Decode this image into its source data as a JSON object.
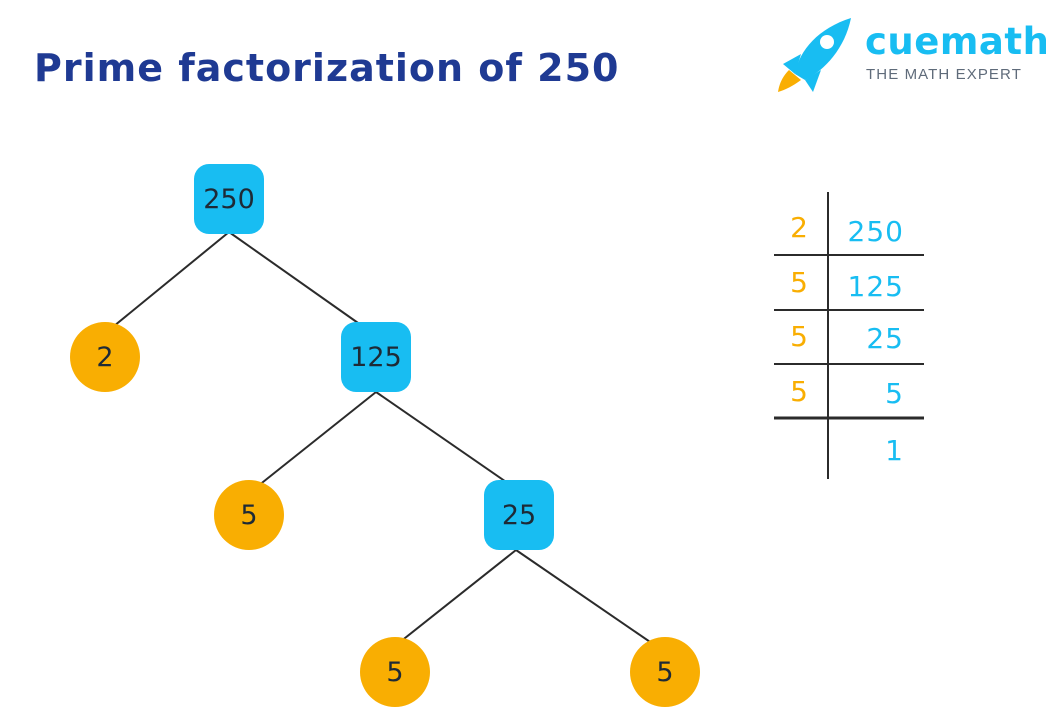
{
  "title": "Prime factorization of 250",
  "brand": {
    "name": "cuemath",
    "tagline": "THE MATH EXPERT"
  },
  "colors": {
    "title": "#1f3a93",
    "composite_node": "#18bdf2",
    "prime_node": "#f9ae02",
    "quotient_text": "#18bdf2",
    "divisor_text": "#f9ae02",
    "line": "#2b2b2b"
  },
  "factor_tree": {
    "nodes": [
      {
        "id": "n250",
        "value": "250",
        "kind": "composite"
      },
      {
        "id": "n2",
        "value": "2",
        "kind": "prime"
      },
      {
        "id": "n125",
        "value": "125",
        "kind": "composite"
      },
      {
        "id": "n5a",
        "value": "5",
        "kind": "prime"
      },
      {
        "id": "n25",
        "value": "25",
        "kind": "composite"
      },
      {
        "id": "n5b",
        "value": "5",
        "kind": "prime"
      },
      {
        "id": "n5c",
        "value": "5",
        "kind": "prime"
      }
    ],
    "edges": [
      [
        "n250",
        "n2"
      ],
      [
        "n250",
        "n125"
      ],
      [
        "n125",
        "n5a"
      ],
      [
        "n125",
        "n25"
      ],
      [
        "n25",
        "n5b"
      ],
      [
        "n25",
        "n5c"
      ]
    ]
  },
  "division": {
    "rows": [
      {
        "divisor": "2",
        "quotient": "250"
      },
      {
        "divisor": "5",
        "quotient": "125"
      },
      {
        "divisor": "5",
        "quotient": "25"
      },
      {
        "divisor": "5",
        "quotient": "5"
      },
      {
        "divisor": "",
        "quotient": "1"
      }
    ]
  }
}
